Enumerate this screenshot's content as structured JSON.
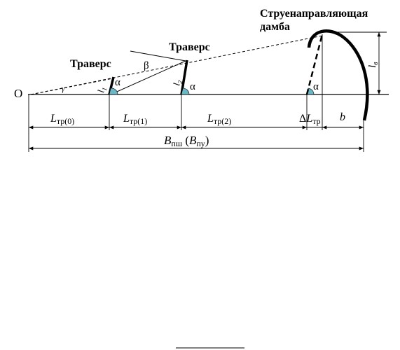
{
  "labels": {
    "origin": "O",
    "traverse_1": "Траверс",
    "traverse_2": "Траверс",
    "dam_line1": "Струенаправляющая",
    "dam_line2": "дамба",
    "alpha_1": "α",
    "alpha_2": "α",
    "alpha_3": "α",
    "beta": "β",
    "gamma": "γ",
    "l1_main": "l",
    "l1_sub": "1",
    "l2_main": "l",
    "l2_sub": "2",
    "lv_main": "l",
    "lv_sub": "в",
    "ltr0_main": "L",
    "ltr0_sub": "тр(0)",
    "ltr1_main": "L",
    "ltr1_sub": "тр(1)",
    "ltr2_main": "L",
    "ltr2_sub": "тр(2)",
    "dltr_delta": "Δ",
    "dltr_main": "L",
    "dltr_sub": "тр",
    "b_label": "b",
    "bpsh_main": "B",
    "bpsh_sub": "пш",
    "bpu_open": " (",
    "bpu_main": "B",
    "bpu_sub": "пу",
    "bpu_close": ")"
  },
  "colors": {
    "stroke": "#000000",
    "arc_fill": "#6ab7c8"
  }
}
